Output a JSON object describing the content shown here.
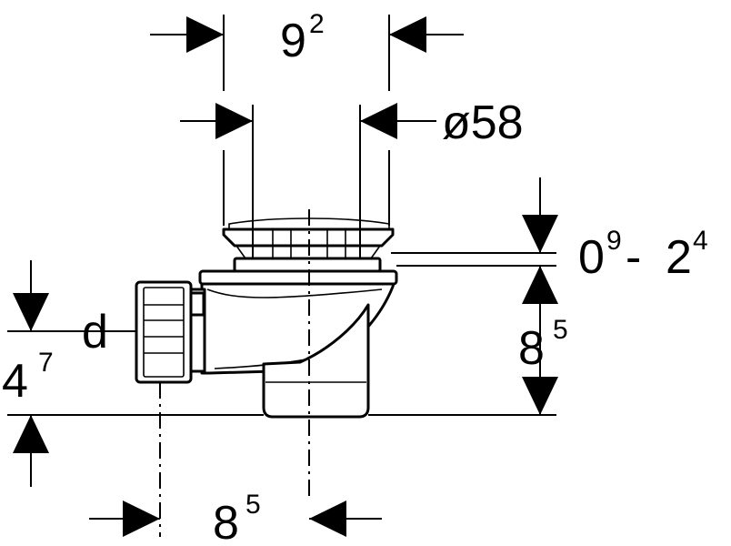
{
  "dimensions": {
    "top_width": {
      "main": "9",
      "sup": "2"
    },
    "strainer_dia": {
      "main": "ø58",
      "sup": ""
    },
    "adjust_range": {
      "main_a": "0",
      "sup_a": "9",
      "dash": "-",
      "main_b": "2",
      "sup_b": "4"
    },
    "height": {
      "main": "8",
      "sup": "5"
    },
    "outlet_height": {
      "main": "4",
      "sup": "7"
    },
    "outlet_label": "d",
    "bottom_offset": {
      "main": "8",
      "sup": "5"
    }
  }
}
